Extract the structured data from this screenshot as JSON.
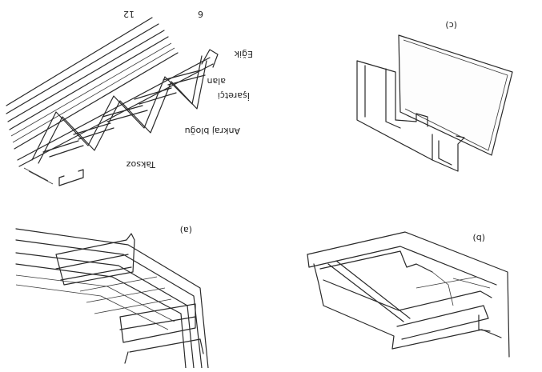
{
  "figure": {
    "panel_labels": [
      "(c)",
      "(a)",
      "(b)"
    ],
    "top_left_labels": {
      "num1": "12",
      "num2": "6",
      "l1": "Eğik",
      "l2": "alan",
      "l3": "İşaretçi",
      "l4": "Ankraj bloğu",
      "l5": "Taksoz"
    }
  }
}
